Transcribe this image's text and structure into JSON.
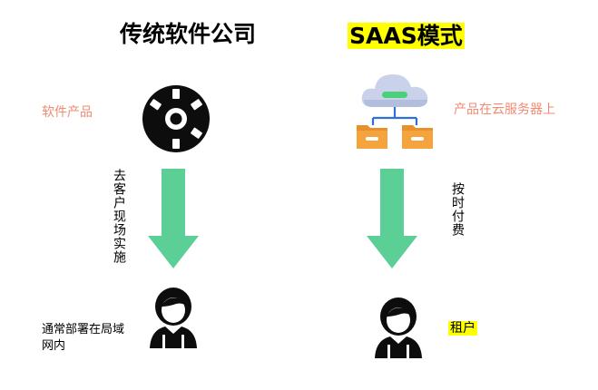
{
  "left": {
    "title": "传统软件公司",
    "product_label": "软件产品",
    "arrow_label": "去客户现场实施",
    "user_label": "通常部署在局域网内",
    "icons": [
      "disc-icon",
      "user-icon"
    ]
  },
  "right": {
    "title": "SAAS模式",
    "product_label": "产品在云服务器上",
    "arrow_label": "按时付费",
    "user_label": "租户",
    "icons": [
      "cloud-server-icon",
      "user-icon"
    ]
  },
  "colors": {
    "arrow_green": "#5ccf96",
    "label_salmon": "#f08a70",
    "highlight_yellow": "#ffff00",
    "cloud": "#c9d2ea",
    "folder_orange": "#f5a33c"
  }
}
